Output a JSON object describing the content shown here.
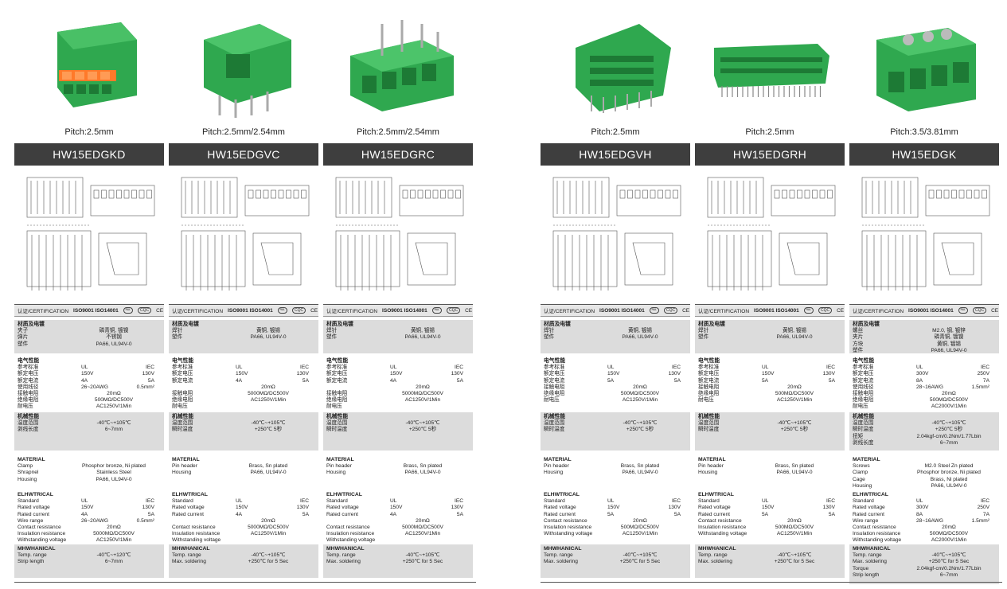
{
  "pages": [
    {
      "columns": [
        {
          "pitch": "Pitch:2.5mm",
          "model": "HW15EDGKD",
          "cert_label": "认证/CERTIFICATION",
          "cert_iso": "ISO9001  ISO14001",
          "cn_material_title": "材质及电镀",
          "cn_material": [
            [
              "夹子",
              "磷青铜, 镀镍"
            ],
            [
              "弹片",
              "不锈钢"
            ],
            [
              "塑件",
              "PA66, UL94V-0"
            ]
          ],
          "cn_elec_title": "电气性能",
          "cn_elec": [
            [
              "参考标准",
              "UL",
              "IEC"
            ],
            [
              "额定电压",
              "150V",
              "130V"
            ],
            [
              "额定电流",
              "4A",
              "5A"
            ],
            [
              "使用线径",
              "26~20AWG",
              "0.5mm²"
            ],
            [
              "接触电阻",
              "20mΩ",
              ""
            ],
            [
              "绝缘电阻",
              "500MΩ/DC500V",
              ""
            ],
            [
              "耐电压",
              "AC1250V/1Min",
              ""
            ]
          ],
          "cn_mech_title": "机械性能",
          "cn_mech": [
            [
              "温度范围",
              "-40℃~+105℃"
            ],
            [
              "剥线长度",
              "6~7mm"
            ]
          ],
          "en_material_title": "MATERIAL",
          "en_material": [
            [
              "Clamp",
              "Phosphor bronze, Ni plated"
            ],
            [
              "Shrapnel",
              "Stainless Steel"
            ],
            [
              "Housing",
              "PA66, UL94V-0"
            ]
          ],
          "en_elec_title": "ELHWTRICAL",
          "en_elec": [
            [
              "Standard",
              "UL",
              "IEC"
            ],
            [
              "Rated voltage",
              "150V",
              "130V"
            ],
            [
              "Rated current",
              "4A",
              "5A"
            ],
            [
              "Wire range",
              "26~20AWG",
              "0.5mm²"
            ],
            [
              "Contact resistance",
              "20mΩ",
              ""
            ],
            [
              "Insulation resistance",
              "5000MΩ/DC500V",
              ""
            ],
            [
              "Withstanding voltage",
              "AC1250V/1Min",
              ""
            ]
          ],
          "en_mech_title": "MHWHANICAL",
          "en_mech": [
            [
              "Temp. range",
              "-40℃~+120℃"
            ],
            [
              "Strip length",
              "6~7mm"
            ]
          ]
        },
        {
          "pitch": "Pitch:2.5mm/2.54mm",
          "model": "HW15EDGVC",
          "cert_label": "认证/CERTIFICATION",
          "cert_iso": "ISO9001  ISO14001",
          "cn_material_title": "材质及电镀",
          "cn_material": [
            [
              "焊针",
              "黄铜, 镀锡"
            ],
            [
              "塑件",
              "PA66, UL94V-0"
            ]
          ],
          "cn_elec_title": "电气性能",
          "cn_elec": [
            [
              "参考标准",
              "UL",
              "IEC"
            ],
            [
              "额定电压",
              "150V",
              "130V"
            ],
            [
              "额定电流",
              "4A",
              "5A"
            ],
            [
              "",
              "20mΩ",
              ""
            ],
            [
              "接触电阻",
              "5000MΩ/DC500V",
              ""
            ],
            [
              "绝缘电阻",
              "AC1250V/1Min",
              ""
            ],
            [
              "耐电压",
              "",
              ""
            ]
          ],
          "cn_mech_title": "机械性能",
          "cn_mech": [
            [
              "温度范围",
              "-40℃~+105℃"
            ],
            [
              "瞬时温度",
              "+250℃ 5秒"
            ]
          ],
          "en_material_title": "MATERIAL",
          "en_material": [
            [
              "Pin header",
              "Brass, Sn plated"
            ],
            [
              "Housing",
              "PA66, UL94V-0"
            ]
          ],
          "en_elec_title": "ELHWTRICAL",
          "en_elec": [
            [
              "Standard",
              "UL",
              "IEC"
            ],
            [
              "Rated voltage",
              "150V",
              "130V"
            ],
            [
              "Rated current",
              "4A",
              "5A"
            ],
            [
              "",
              "20mΩ",
              ""
            ],
            [
              "Contact resistance",
              "5000MΩ/DC500V",
              ""
            ],
            [
              "Insulation resistance",
              "AC1250V/1Min",
              ""
            ],
            [
              "Withstanding voltage",
              "",
              ""
            ]
          ],
          "en_mech_title": "MHWHANICAL",
          "en_mech": [
            [
              "Temp. range",
              "-40℃~+105℃"
            ],
            [
              "Max. soldering",
              "+250℃ for 5 Sec"
            ]
          ]
        },
        {
          "pitch": "Pitch:2.5mm/2.54mm",
          "model": "HW15EDGRC",
          "cert_label": "认证/CERTIFICATION",
          "cert_iso": "ISO9001  ISO14001",
          "cn_material_title": "材质及电镀",
          "cn_material": [
            [
              "焊针",
              "黄铜, 镀锡"
            ],
            [
              "塑件",
              "PA66, UL94V-0"
            ]
          ],
          "cn_elec_title": "电气性能",
          "cn_elec": [
            [
              "参考标准",
              "UL",
              "IEC"
            ],
            [
              "额定电压",
              "150V",
              "130V"
            ],
            [
              "额定电流",
              "4A",
              "5A"
            ],
            [
              "",
              "20mΩ",
              ""
            ],
            [
              "接触电阻",
              "5000MΩ/DC500V",
              ""
            ],
            [
              "绝缘电阻",
              "AC1250V/1Min",
              ""
            ],
            [
              "耐电压",
              "",
              ""
            ]
          ],
          "cn_mech_title": "机械性能",
          "cn_mech": [
            [
              "温度范围",
              "-40℃~+105℃"
            ],
            [
              "瞬时温度",
              "+250℃ 5秒"
            ]
          ],
          "en_material_title": "MATERIAL",
          "en_material": [
            [
              "Pin header",
              "Brass, Sn plated"
            ],
            [
              "Housing",
              "PA66, UL94V-0"
            ]
          ],
          "en_elec_title": "ELHWTRICAL",
          "en_elec": [
            [
              "Standard",
              "UL",
              "IEC"
            ],
            [
              "Rated voltage",
              "150V",
              "130V"
            ],
            [
              "Rated current",
              "4A",
              "5A"
            ],
            [
              "",
              "20mΩ",
              ""
            ],
            [
              "Contact resistance",
              "5000MΩ/DC500V",
              ""
            ],
            [
              "Insulation resistance",
              "AC1250V/1Min",
              ""
            ],
            [
              "Withstanding voltage",
              "",
              ""
            ]
          ],
          "en_mech_title": "MHWHANICAL",
          "en_mech": [
            [
              "Temp. range",
              "-40℃~+105℃"
            ],
            [
              "Max. soldering",
              "+250℃ for 5 Sec"
            ]
          ]
        }
      ]
    },
    {
      "columns": [
        {
          "pitch": "Pitch:2.5mm",
          "model": "HW15EDGVH",
          "cert_label": "认证/CERTIFICATION",
          "cert_iso": "ISO9001  ISO14001",
          "cn_material_title": "材质及电镀",
          "cn_material": [
            [
              "焊针",
              "黄铜, 镀锡"
            ],
            [
              "塑件",
              "PA66, UL94V-0"
            ]
          ],
          "cn_elec_title": "电气性能",
          "cn_elec": [
            [
              "参考标准",
              "UL",
              "IEC"
            ],
            [
              "额定电压",
              "150V",
              "130V"
            ],
            [
              "额定电流",
              "5A",
              "5A"
            ],
            [
              "接触电阻",
              "20mΩ",
              ""
            ],
            [
              "绝缘电阻",
              "500MΩ/DC500V",
              ""
            ],
            [
              "耐电压",
              "AC1250V/1Min",
              ""
            ]
          ],
          "cn_mech_title": "机械性能",
          "cn_mech": [
            [
              "温度范围",
              "-40℃~+105℃"
            ],
            [
              "瞬时温度",
              "+250℃ 5秒"
            ]
          ],
          "en_material_title": "MATERIAL",
          "en_material": [
            [
              "Pin header",
              "Brass, Sn plated"
            ],
            [
              "Housing",
              "PA66, UL94V-0"
            ]
          ],
          "en_elec_title": "ELHWTRICAL",
          "en_elec": [
            [
              "Standard",
              "UL",
              "IEC"
            ],
            [
              "Rated voltage",
              "150V",
              "130V"
            ],
            [
              "Rated current",
              "5A",
              "5A"
            ],
            [
              "Contact resistance",
              "20mΩ",
              ""
            ],
            [
              "Insulation resistance",
              "500MΩ/DC500V",
              ""
            ],
            [
              "Withstanding voltage",
              "AC1250V/1Min",
              ""
            ]
          ],
          "en_mech_title": "MHWHANICAL",
          "en_mech": [
            [
              "Temp. range",
              "-40℃~+105℃"
            ],
            [
              "Max. soldering",
              "+250℃ for 5 Sec"
            ]
          ]
        },
        {
          "pitch": "Pitch:2.5mm",
          "model": "HW15EDGRH",
          "cert_label": "认证/CERTIFICATION",
          "cert_iso": "ISO9001  ISO14001",
          "cn_material_title": "材质及电镀",
          "cn_material": [
            [
              "焊针",
              "黄铜, 镀锡"
            ],
            [
              "塑件",
              "PA66, UL94V-0"
            ]
          ],
          "cn_elec_title": "电气性能",
          "cn_elec": [
            [
              "参考标准",
              "UL",
              "IEC"
            ],
            [
              "额定电压",
              "150V",
              "130V"
            ],
            [
              "额定电流",
              "5A",
              "5A"
            ],
            [
              "接触电阻",
              "20mΩ",
              ""
            ],
            [
              "绝缘电阻",
              "500MΩ/DC500V",
              ""
            ],
            [
              "耐电压",
              "AC1250V/1Min",
              ""
            ]
          ],
          "cn_mech_title": "机械性能",
          "cn_mech": [
            [
              "温度范围",
              "-40℃~+105℃"
            ],
            [
              "瞬时温度",
              "+250℃ 5秒"
            ]
          ],
          "en_material_title": "MATERIAL",
          "en_material": [
            [
              "Pin header",
              "Brass, Sn plated"
            ],
            [
              "Housing",
              "PA66, UL94V-0"
            ]
          ],
          "en_elec_title": "ELHWTRICAL",
          "en_elec": [
            [
              "Standard",
              "UL",
              "IEC"
            ],
            [
              "Rated voltage",
              "150V",
              "130V"
            ],
            [
              "Rated current",
              "5A",
              "5A"
            ],
            [
              "Contact resistance",
              "20mΩ",
              ""
            ],
            [
              "Insulation resistance",
              "500MΩ/DC500V",
              ""
            ],
            [
              "Withstanding voltage",
              "AC1250V/1Min",
              ""
            ]
          ],
          "en_mech_title": "MHWHANICAL",
          "en_mech": [
            [
              "Temp. range",
              "-40℃~+105℃"
            ],
            [
              "Max. soldering",
              "+250℃ for 5 Sec"
            ]
          ]
        },
        {
          "pitch": "Pitch:3.5/3.81mm",
          "model": "HW15EDGK",
          "cert_label": "认证/CERTIFICATION",
          "cert_iso": "ISO9001  ISO14001",
          "cn_material_title": "材质及电镀",
          "cn_material": [
            [
              "螺丝",
              "M2.0, 钢, 镀锌"
            ],
            [
              "夹片",
              "磷青铜, 镀镍"
            ],
            [
              "方块",
              "黄铜, 镀锡"
            ],
            [
              "塑件",
              "PA66, UL94V-0"
            ]
          ],
          "cn_elec_title": "电气性能",
          "cn_elec": [
            [
              "参考标准",
              "UL",
              "IEC"
            ],
            [
              "额定电压",
              "300V",
              "250V"
            ],
            [
              "额定电流",
              "8A",
              "7A"
            ],
            [
              "使用线径",
              "28~16AWG",
              "1.5mm²"
            ],
            [
              "接触电阻",
              "20mΩ",
              ""
            ],
            [
              "绝缘电阻",
              "500MΩ/DC500V",
              ""
            ],
            [
              "耐电压",
              "AC2000V/1Min",
              ""
            ]
          ],
          "cn_mech_title": "机械性能",
          "cn_mech": [
            [
              "温度范围",
              "-40℃~+105℃"
            ],
            [
              "瞬时温度",
              "+250℃ 5秒"
            ],
            [
              "扭矩",
              "2.04kgf-cm/0.2Nm/1.77Lbin"
            ],
            [
              "剥线长度",
              "6~7mm"
            ]
          ],
          "en_material_title": "MATERIAL",
          "en_material": [
            [
              "Screws",
              "M2.0 Steel  Zn plated"
            ],
            [
              "Clamp",
              "Phosphor bronze, Ni plated"
            ],
            [
              "Cage",
              "Brass, Ni plated"
            ],
            [
              "Housing",
              "PA66, UL94V-0"
            ]
          ],
          "en_elec_title": "ELHWTRICAL",
          "en_elec": [
            [
              "Standard",
              "UL",
              "IEC"
            ],
            [
              "Rated voltage",
              "300V",
              "250V"
            ],
            [
              "Rated current",
              "8A",
              "7A"
            ],
            [
              "Wire range",
              "28~16AWG",
              "1.5mm²"
            ],
            [
              "Contact resistance",
              "20mΩ",
              ""
            ],
            [
              "Insulation resistance",
              "500MΩ/DC500V",
              ""
            ],
            [
              "Withstanding voltage",
              "AC2000V/1Min",
              ""
            ]
          ],
          "en_mech_title": "MHWHANICAL",
          "en_mech": [
            [
              "Temp. range",
              "-40℃~+105℃"
            ],
            [
              "Max. soldering",
              "+250℃ for 5 Sec"
            ],
            [
              "Torque",
              "2.04kgf-cm/0.2Nm/1.77Lbin"
            ],
            [
              "Strip length",
              "6~7mm"
            ]
          ]
        }
      ]
    }
  ],
  "colors": {
    "connector_green": "#2fa84f",
    "connector_dark": "#1d7a35",
    "model_bar": "#3e3e3e",
    "shade": "#dcdcdc",
    "orange_latch": "#ff7a2a"
  },
  "icons": [
    "ul-mark-icon",
    "cqc-mark-icon",
    "ce-mark-icon",
    "connector-photo"
  ]
}
